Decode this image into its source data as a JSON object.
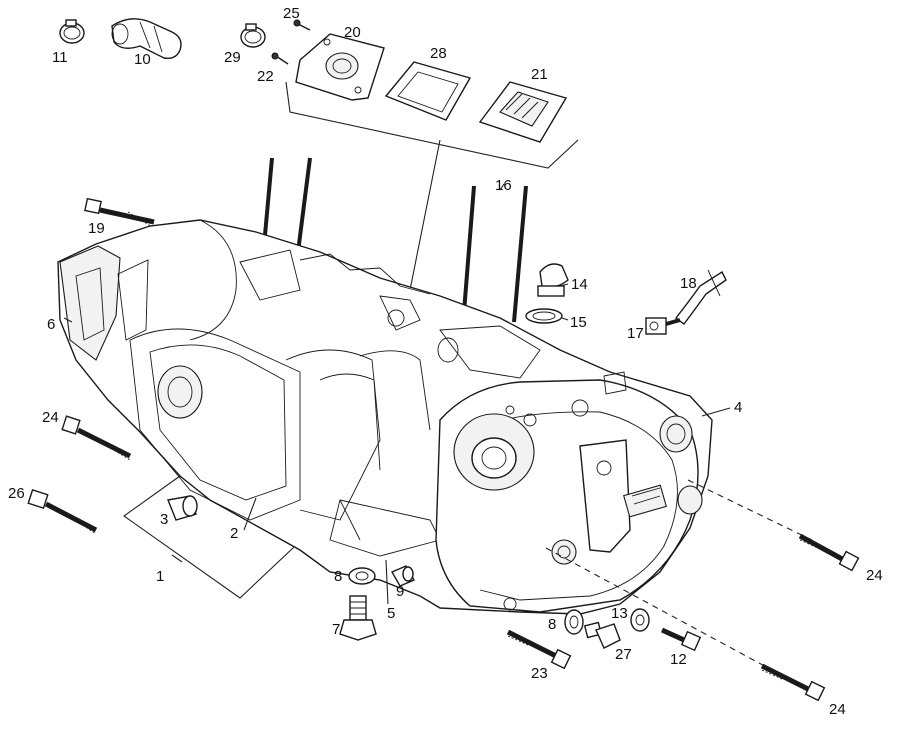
{
  "diagram": {
    "callouts": [
      {
        "id": "c11",
        "text": "11"
      },
      {
        "id": "c10",
        "text": "10"
      },
      {
        "id": "c29",
        "text": "29"
      },
      {
        "id": "c25",
        "text": "25"
      },
      {
        "id": "c22",
        "text": "22"
      },
      {
        "id": "c20",
        "text": "20"
      },
      {
        "id": "c28",
        "text": "28"
      },
      {
        "id": "c21",
        "text": "21"
      },
      {
        "id": "c19",
        "text": "19"
      },
      {
        "id": "c16",
        "text": "16"
      },
      {
        "id": "c14",
        "text": "14"
      },
      {
        "id": "c15",
        "text": "15"
      },
      {
        "id": "c18",
        "text": "18"
      },
      {
        "id": "c17",
        "text": "17"
      },
      {
        "id": "c6",
        "text": "6"
      },
      {
        "id": "c4",
        "text": "4"
      },
      {
        "id": "c24a",
        "text": "24"
      },
      {
        "id": "c26",
        "text": "26"
      },
      {
        "id": "c3",
        "text": "3"
      },
      {
        "id": "c2",
        "text": "2"
      },
      {
        "id": "c1",
        "text": "1"
      },
      {
        "id": "c8a",
        "text": "8"
      },
      {
        "id": "c9",
        "text": "9"
      },
      {
        "id": "c7",
        "text": "7"
      },
      {
        "id": "c5",
        "text": "5"
      },
      {
        "id": "c24b",
        "text": "24"
      },
      {
        "id": "c8b",
        "text": "8"
      },
      {
        "id": "c13",
        "text": "13"
      },
      {
        "id": "c27",
        "text": "27"
      },
      {
        "id": "c12",
        "text": "12"
      },
      {
        "id": "c23",
        "text": "23"
      },
      {
        "id": "c24c",
        "text": "24"
      }
    ]
  }
}
